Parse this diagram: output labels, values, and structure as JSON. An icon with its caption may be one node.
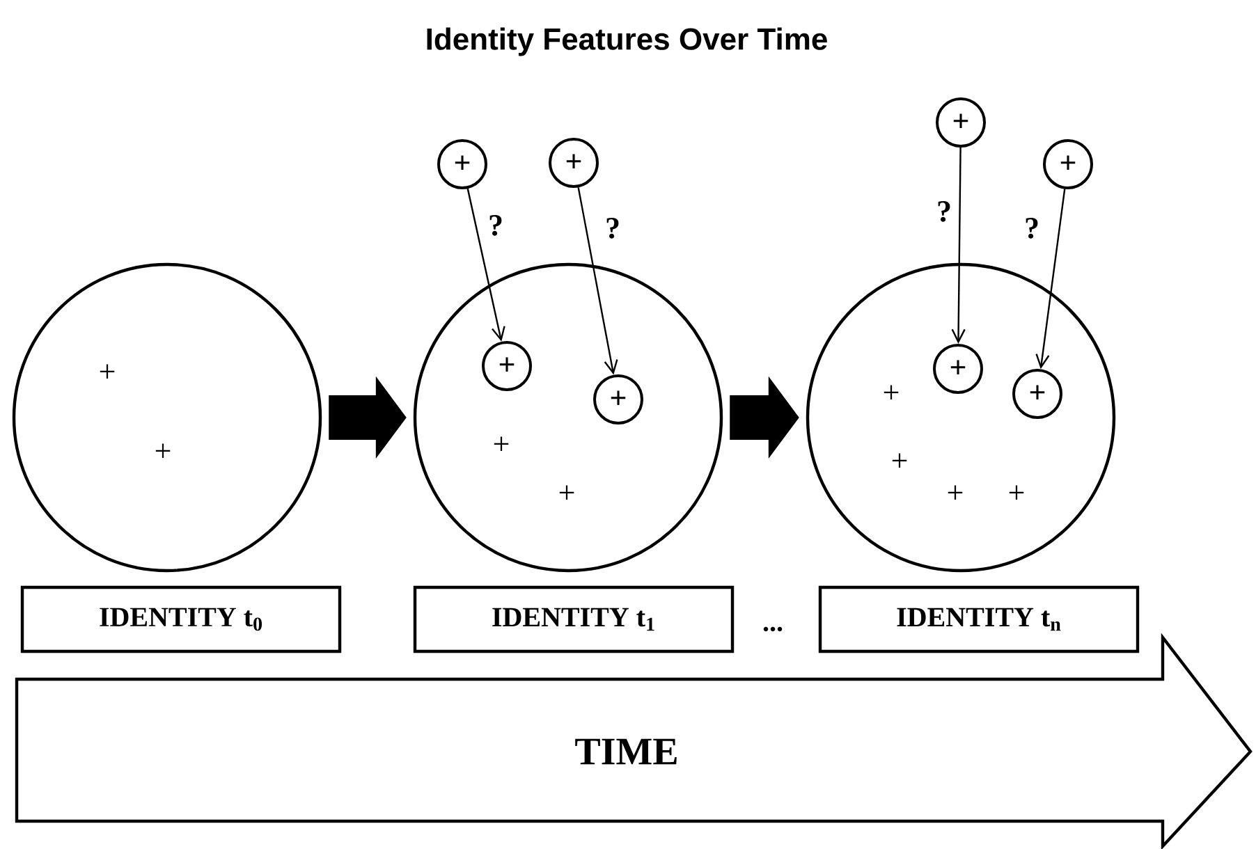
{
  "diagram": {
    "title": "Identity Features Over Time",
    "nodes": [
      {
        "text": [
          "+",
          "+"
        ]
      },
      {
        "text": [
          "+",
          "+"
        ]
      },
      {
        "text": [
          "+"
        ]
      },
      {
        "text": [
          "+"
        ]
      },
      {
        "text": [
          "+"
        ],
        "in": 1
      },
      {
        "text": [
          "+"
        ],
        "in": 1
      },
      {
        "text": [
          "+",
          "+",
          "+",
          "+"
        ]
      },
      {
        "text": [
          "+"
        ]
      },
      {
        "text": [
          "+"
        ]
      },
      {
        "text": [
          "+"
        ],
        "in": 6
      },
      {
        "text": [
          "+"
        ],
        "in": 6
      },
      {
        "text": [
          "IDENTITY t$_{0}$"
        ]
      },
      {
        "text": [
          "IDENTITY t$_{1}$"
        ]
      },
      {
        "text": [
          "IDENTITY t$_{n}$"
        ]
      },
      {
        "text": [
          "TIME"
        ]
      }
    ],
    "edges": [
      {
        "from": 0,
        "to": 1,
        "arrow": "to",
        "style": "thick"
      },
      {
        "from": 1,
        "to": 6,
        "arrow": "to",
        "style": "thick"
      },
      {
        "from": 2,
        "to": 4,
        "arrow": "to",
        "label": "?"
      },
      {
        "from": 3,
        "to": 5,
        "arrow": "to",
        "label": "?"
      },
      {
        "from": 7,
        "to": 9,
        "arrow": "to",
        "label": "?"
      },
      {
        "from": 8,
        "to": 10,
        "arrow": "to",
        "label": "?"
      }
    ],
    "labels": [
      "..."
    ]
  }
}
